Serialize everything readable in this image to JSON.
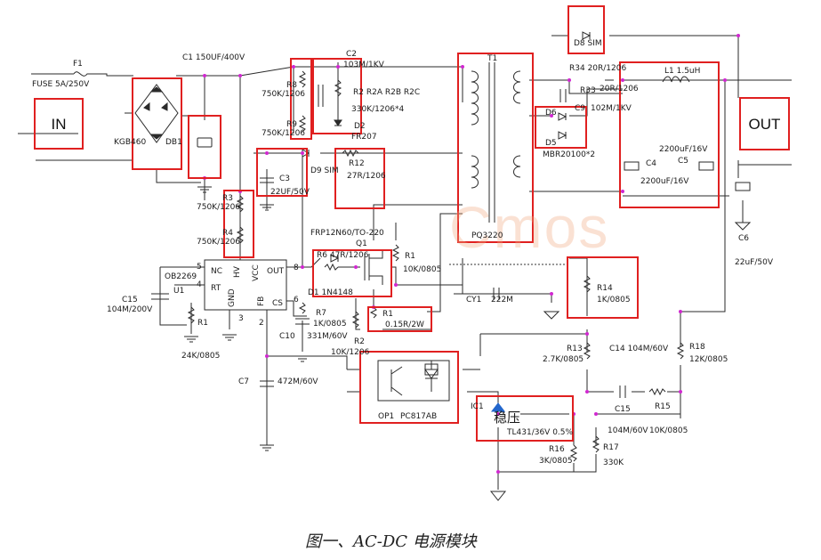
{
  "blocks": {
    "input": "IN",
    "output": "OUT"
  },
  "watermark": "Cmos",
  "caption": "图一、AC-DC 电源模块",
  "input_stage": {
    "fuse_ref": "F1",
    "fuse_val": "FUSE 5A/250V",
    "bridge_part": "KGB460",
    "bridge_ref": "DB1",
    "c1": "C1 150UF/400V"
  },
  "snubber": {
    "c2_ref": "C2",
    "c2_val": "103M/1KV",
    "r8_ref": "R8",
    "r8_val": "750K/1206",
    "r9_ref": "R9",
    "r9_val": "750K/1206",
    "r2abc": "R2 R2A R2B R2C",
    "r2_val": "330K/1206*4",
    "d2_ref": "D2",
    "d2_val": "FR207"
  },
  "controller": {
    "c3_ref": "C3",
    "c3_val": "22UF/50V",
    "d9": "D9 SIM",
    "r12_ref": "R12",
    "r12_val": "27R/1206",
    "r3_ref": "R3",
    "r3_val": "750K/1206",
    "r4_ref": "R4",
    "r4_val": "750K/1206",
    "ic_part": "OB2269",
    "ic_ref": "U1",
    "pin_nc": "NC",
    "pin_hv": "HV",
    "pin_vcc": "VCC",
    "pin_out": "OUT",
    "pin_rt": "RT",
    "pin_gnd": "GND",
    "pin_fb": "FB",
    "pin_cs": "CS",
    "pin_5": "5",
    "pin_4": "4",
    "pin_8": "8",
    "pin_6": "6",
    "pin_3": "3",
    "pin_2": "2",
    "c15_ref": "C15",
    "c15_val": "104M/200V",
    "r1l_ref": "R1",
    "r1l_val": "24K/0805",
    "c7_ref": "C7",
    "c7_val": "472M/60V"
  },
  "switch": {
    "mosfet": "FRP12N60/TO-220",
    "q_ref": "Q1",
    "r6": "R6 47R/1206",
    "d1": "D1 1N4148",
    "r1g_ref": "R1",
    "r1g_val": "10K/0805",
    "r7_ref": "R7",
    "r7_val": "1K/0805",
    "c10_ref": "C10",
    "c10_val": "331M/60V",
    "rs_ref": "R1",
    "rs_val": "0.15R/2W",
    "r2_ref": "R2",
    "r2_val": "10K/1206",
    "cy1_ref": "CY1",
    "cy1_val": "222M"
  },
  "transformer": {
    "ref": "T1",
    "part": "PQ3220"
  },
  "output_stage": {
    "d8": "D8  SIM",
    "r34": "R34 20R/1206",
    "r33_ref": "R33",
    "r33_val": "20R/1206",
    "c9_ref": "C9",
    "c9_val": "102M/1KV",
    "d6": "D6",
    "d5": "D5",
    "rect": "MBR20100*2",
    "l1": "L1  1.5uH",
    "c4_ref": "C4",
    "c4_val": "2200uF/16V",
    "c5_ref": "C5",
    "c5_val": "2200uF/16V",
    "c6_ref": "C6",
    "c6_val": "22uF/50V"
  },
  "feedback": {
    "r14_ref": "R14",
    "r14_val": "1K/0805",
    "r13_ref": "R13",
    "r13_val": "2.7K/0805",
    "c14": "C14  104M/60V",
    "r18_ref": "R18",
    "r18_val": "12K/0805",
    "c15b": "C15",
    "r15": "R15",
    "c15b_val": "104M/60V",
    "r15_val": "10K/0805",
    "opto": "OP1",
    "opto_part": "PC817AB",
    "ic1": "IC1",
    "reg_val": "TL431/36V  0.5%",
    "reg_overlay": "稳压",
    "r16_ref": "R16",
    "r16_val": "3K/0805",
    "r17_ref": "R17",
    "r17_val": "330K"
  }
}
